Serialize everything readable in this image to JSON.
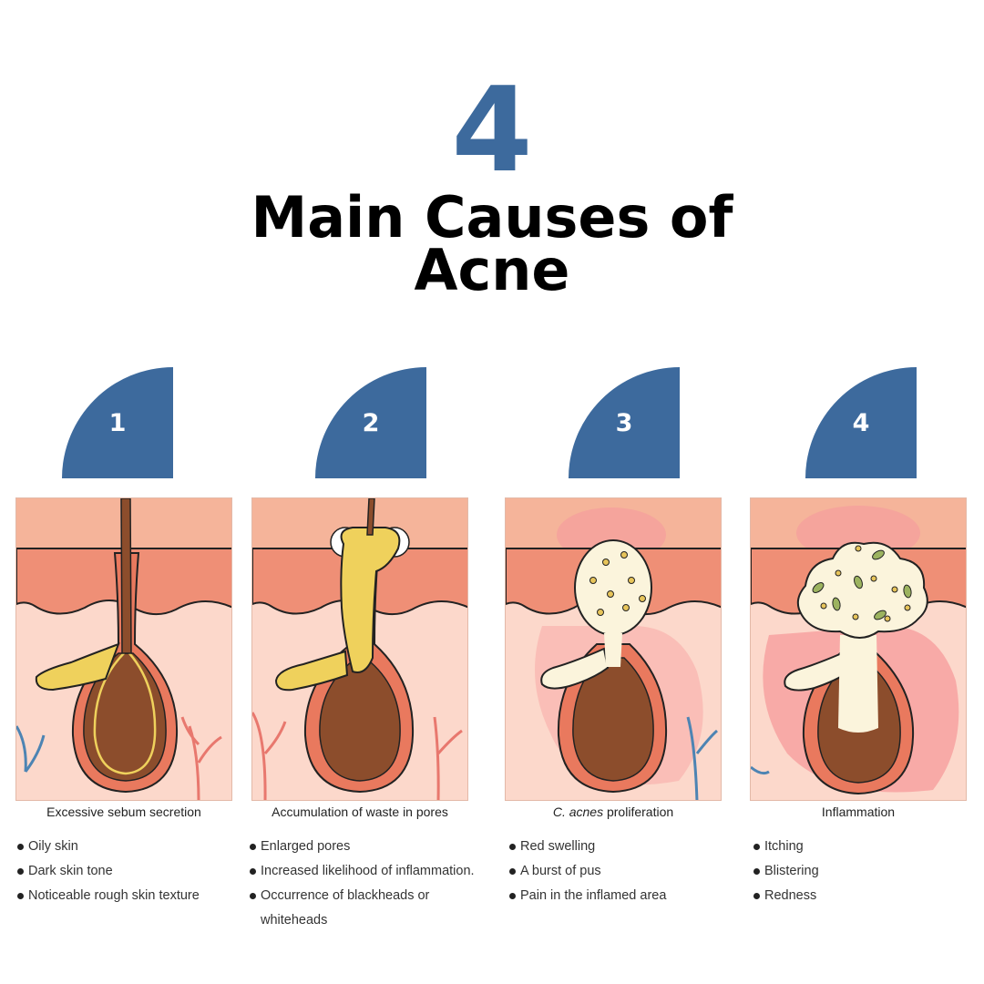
{
  "header": {
    "number": "4",
    "title_line1": "Main Causes of",
    "title_line2": "Acne"
  },
  "colors": {
    "accent": "#3d6a9d",
    "skin_top": "#f5b49a",
    "skin_mid": "#ef8f76",
    "skin_low": "#fcd8cb",
    "follicle": "#e9795e",
    "hair": "#8c4d2c",
    "sebum": "#efd15c",
    "pus": "#fbf4dc",
    "inflammation": "#f79b9b",
    "vessel_blue": "#4d84b3",
    "vessel_red": "#e8786e"
  },
  "causes": [
    {
      "number": "1",
      "caption": "Excessive sebum secretion",
      "bullets": [
        "Oily skin",
        "Dark skin tone",
        "Noticeable rough skin texture"
      ]
    },
    {
      "number": "2",
      "caption": "Accumulation of waste in pores",
      "bullets": [
        "Enlarged pores",
        "Increased likelihood of inflammation.",
        "Occurrence of blackheads or whiteheads"
      ]
    },
    {
      "number": "3",
      "caption_em": "C. acnes",
      "caption_rest": " proliferation",
      "bullets": [
        "Red swelling",
        "A burst of pus",
        "Pain in the inflamed area"
      ]
    },
    {
      "number": "4",
      "caption": "Inflammation",
      "bullets": [
        "Itching",
        "Blistering",
        "Redness"
      ]
    }
  ]
}
